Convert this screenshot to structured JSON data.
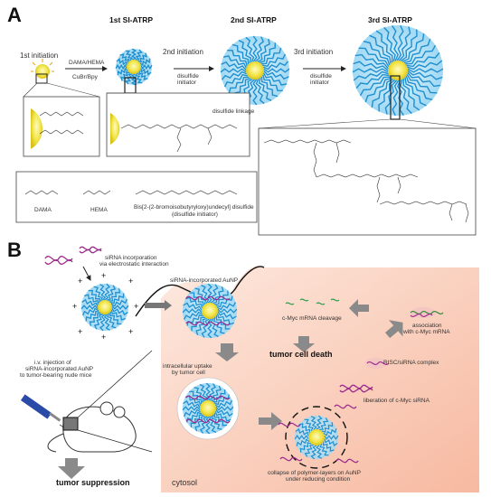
{
  "panel_a": {
    "letter": "A",
    "stage1": {
      "title": "1st SI-ATRP"
    },
    "stage2": {
      "title": "2nd SI-ATRP"
    },
    "stage3": {
      "title": "3rd SI-ATRP"
    },
    "initiation1": "1st initiation",
    "initiation2": "2nd initiation",
    "initiation3": "3rd initiation",
    "reagents1_line1": "DAMA/HEMA",
    "reagents1_line2": "CuBr/Bpy",
    "disulfide_initiator_1": "disulfide",
    "disulfide_initiator_1b": "initiator",
    "disulfide_initiator_2": "disulfide",
    "disulfide_initiator_2b": "initiator",
    "disulfide_linkage": "disulfide linkage",
    "monomers": {
      "dama": "DAMA",
      "hema": "HEMA",
      "initiator_line1": "Bis[2-(2-bromoisobutyryloxy)undecyl] disulfide",
      "initiator_line2": "(disulfide initiator)"
    }
  },
  "panel_b": {
    "letter": "B",
    "sirna_incorporation_line1": "siRNA incorporation",
    "sirna_incorporation_line2": "via electrostatic interaction",
    "sirna_aunp": "siRNA-incorporated AuNP",
    "injection_line1": "i.v. injection of",
    "injection_line2": "siRNA-incorporated AuNP",
    "injection_line3": "to tumor-bearing nude mice",
    "uptake_line1": "intracellular uptake",
    "uptake_line2": "by tumor cell",
    "mrna_cleavage": "c-Myc mRNA cleavage",
    "tumor_cell_death": "tumor cell death",
    "association_line1": "association",
    "association_line2": "with c-Myc mRNA",
    "risc": "RISC/siRNA complex",
    "liberation": "liberation of c-Myc siRNA",
    "collapse_line1": "collapse of polymer-layers on AuNP",
    "collapse_line2": "under reducing condition",
    "tumor_suppression": "tumor suppression",
    "cytosol": "cytosol"
  },
  "colors": {
    "gold_core": "#f2e64a",
    "polymer_blue": "#3aa6dc",
    "polymer_dark": "#1f6fa8",
    "sirna_magenta": "#9c2a8c",
    "cytosol_peach": "#f9c8b4",
    "arrow_gray": "#8a8a8a"
  }
}
